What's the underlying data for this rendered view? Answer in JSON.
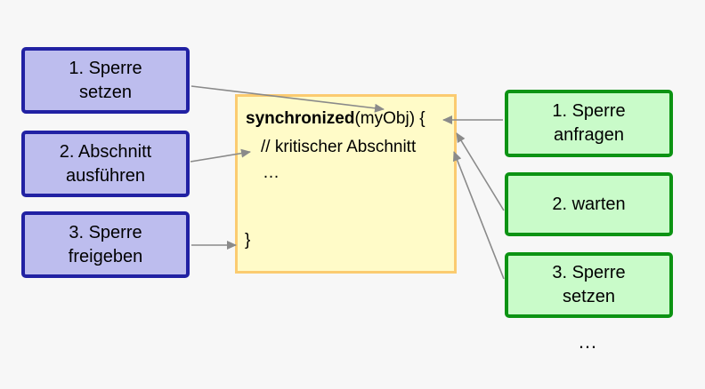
{
  "colors": {
    "background": "#f7f7f7",
    "left_box_fill": "#bdbdee",
    "left_box_border": "#2121a3",
    "right_box_fill": "#c9fbc9",
    "right_box_border": "#0c9313",
    "code_box_fill": "#fffbc8",
    "code_box_border": "#fbcb70",
    "arrow": "#8a8a8a",
    "text": "#000000"
  },
  "left_column": {
    "boxes": [
      {
        "label": "1. Sperre\nsetzen"
      },
      {
        "label": "2. Abschnitt\nausführen"
      },
      {
        "label": "3. Sperre\nfreigeben"
      }
    ]
  },
  "code_box": {
    "keyword": "synchronized",
    "signature_rest": "(myObj) {",
    "comment_line": "// kritischer Abschnitt",
    "body_ellipsis": "…",
    "closing_brace": "}"
  },
  "right_column": {
    "boxes": [
      {
        "label": "1. Sperre\nanfragen"
      },
      {
        "label": "2. warten"
      },
      {
        "label": "3. Sperre\nsetzen"
      }
    ],
    "ellipsis": "…"
  }
}
